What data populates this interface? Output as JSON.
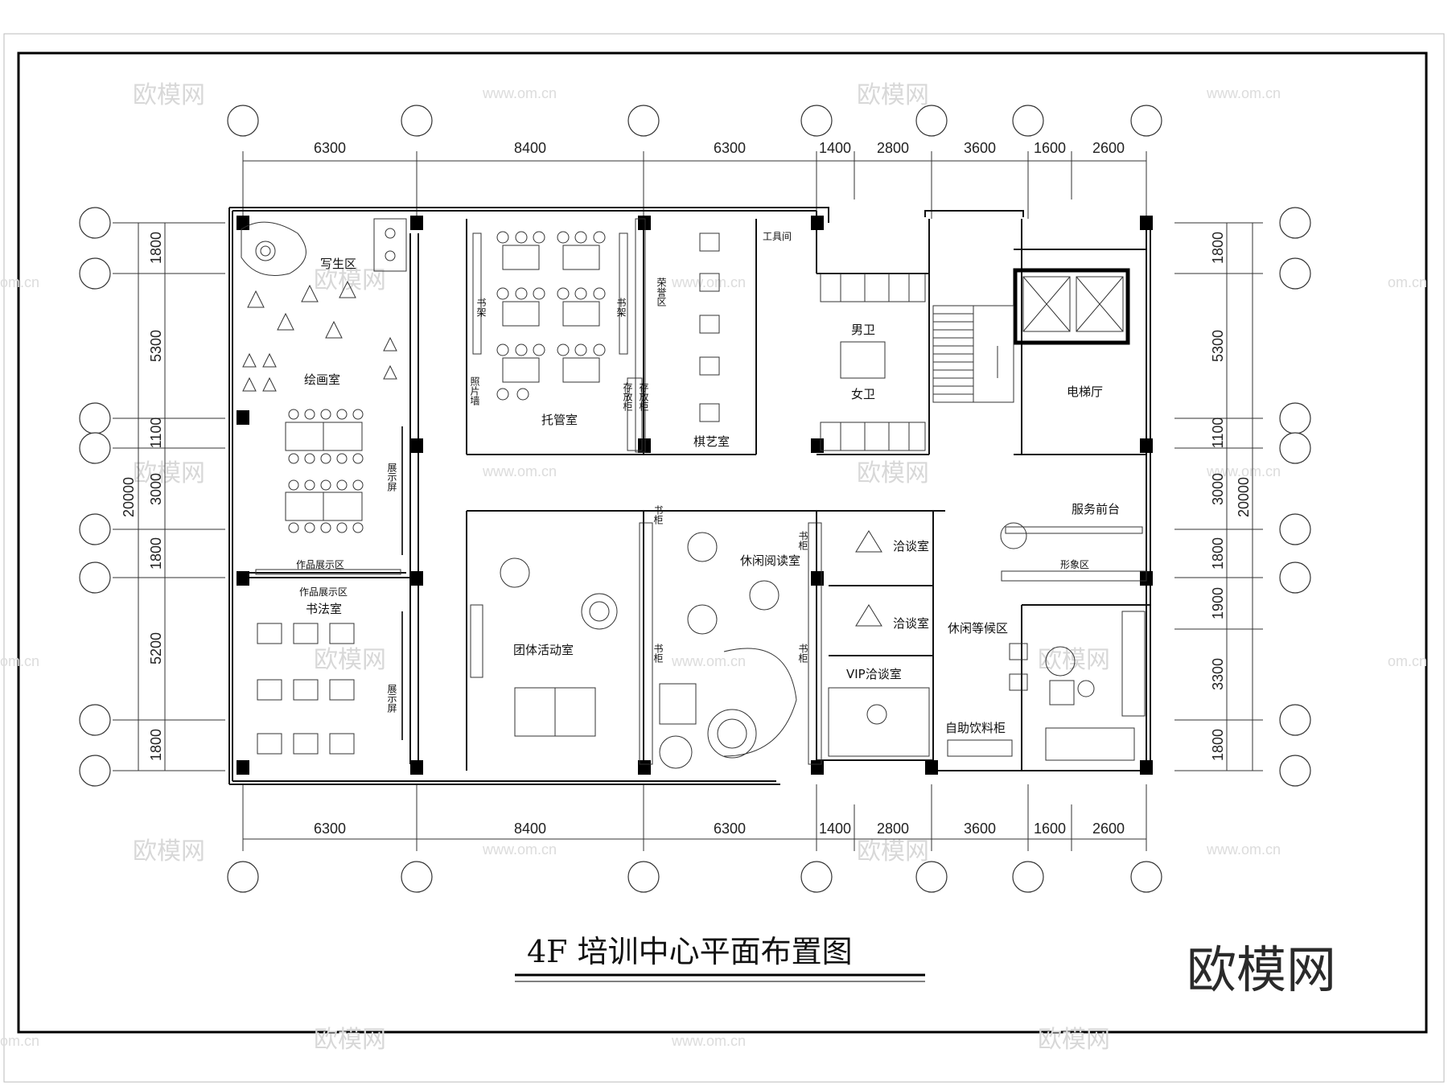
{
  "title": "4F  培训中心平面布置图",
  "brand": "欧模网",
  "watermarks": {
    "logo": "欧模网",
    "url": "www.om.cn",
    "url_short": "om.cn"
  },
  "dimensions": {
    "top": [
      "6300",
      "8400",
      "6300",
      "1400",
      "2800",
      "3600",
      "1600",
      "2600"
    ],
    "bottom": [
      "6300",
      "8400",
      "6300",
      "1400",
      "2800",
      "3600",
      "1600",
      "2600"
    ],
    "left": [
      "1800",
      "5300",
      "1100",
      "3000",
      "1800",
      "5200",
      "1800"
    ],
    "right": [
      "1800",
      "5300",
      "1100",
      "3000",
      "1800",
      "1900",
      "3300",
      "1800"
    ],
    "total_left": "20000",
    "total_right": "20000"
  },
  "rooms": {
    "sketch": "写生区",
    "painting": "绘画室",
    "screen1": "展示屏",
    "display1": "作品展示区",
    "display2": "作品展示区",
    "calligraphy": "书法室",
    "screen2": "展示屏",
    "shelf1": "书架",
    "shelf2": "书架",
    "photo_wall": "照片墙",
    "care": "托管室",
    "storage1": "存放柜",
    "storage2": "存放柜",
    "honor": "荣誉区",
    "chess": "棋艺室",
    "tool": "工具间",
    "male_wc": "男卫",
    "female_wc": "女卫",
    "elevator_hall": "电梯厅",
    "group": "团体活动室",
    "bookcase1": "书柜",
    "bookcase2": "书柜",
    "bookcase3": "书柜",
    "bookcase4": "书柜",
    "leisure_reading": "休闲阅读室",
    "talk1": "洽谈室",
    "talk2": "洽谈室",
    "vip": "VIP洽谈室",
    "front_desk": "服务前台",
    "image_area": "形象区",
    "waiting": "休闲等候区",
    "drinks": "自助饮料柜"
  }
}
